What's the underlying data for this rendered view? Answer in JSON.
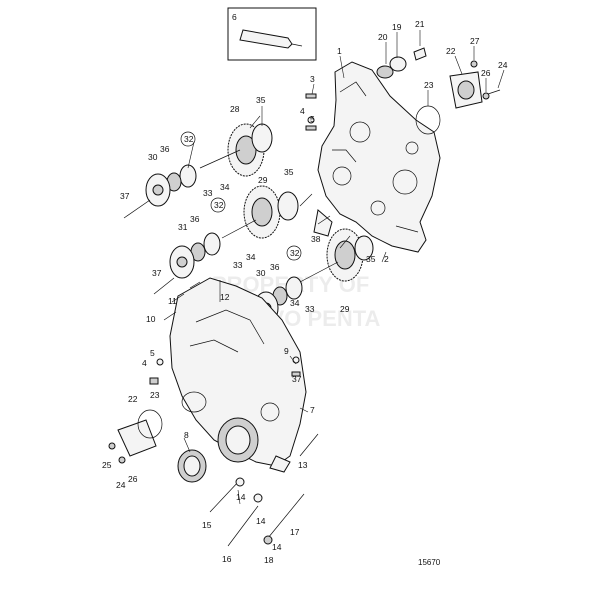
{
  "diagram": {
    "reference_number": "15670",
    "watermark_lines": [
      "PROPERTY OF",
      "VOLVO PENTA"
    ],
    "callouts": [
      {
        "id": "c6",
        "text": "6"
      },
      {
        "id": "c1",
        "text": "1"
      },
      {
        "id": "c19",
        "text": "19"
      },
      {
        "id": "c20",
        "text": "20"
      },
      {
        "id": "c21",
        "text": "21"
      },
      {
        "id": "c22a",
        "text": "22"
      },
      {
        "id": "c27",
        "text": "27"
      },
      {
        "id": "c23a",
        "text": "23"
      },
      {
        "id": "c26a",
        "text": "26"
      },
      {
        "id": "c24a",
        "text": "24"
      },
      {
        "id": "c3",
        "text": "3"
      },
      {
        "id": "c4a",
        "text": "4"
      },
      {
        "id": "c5a",
        "text": "5"
      },
      {
        "id": "c28",
        "text": "28"
      },
      {
        "id": "c35a",
        "text": "35"
      },
      {
        "id": "c32a",
        "text": "32"
      },
      {
        "id": "c30a",
        "text": "30"
      },
      {
        "id": "c36a",
        "text": "36"
      },
      {
        "id": "c33a",
        "text": "33"
      },
      {
        "id": "c34a",
        "text": "34"
      },
      {
        "id": "c37a",
        "text": "37"
      },
      {
        "id": "c29a",
        "text": "29"
      },
      {
        "id": "c35b",
        "text": "35"
      },
      {
        "id": "c32b",
        "text": "32"
      },
      {
        "id": "c31",
        "text": "31"
      },
      {
        "id": "c36b",
        "text": "36"
      },
      {
        "id": "c33b",
        "text": "33"
      },
      {
        "id": "c34b",
        "text": "34"
      },
      {
        "id": "c38",
        "text": "38"
      },
      {
        "id": "c2",
        "text": "2"
      },
      {
        "id": "c35c",
        "text": "35"
      },
      {
        "id": "c37b",
        "text": "37"
      },
      {
        "id": "c11",
        "text": "11"
      },
      {
        "id": "c12",
        "text": "12"
      },
      {
        "id": "c32c",
        "text": "32"
      },
      {
        "id": "c30b",
        "text": "30"
      },
      {
        "id": "c36c",
        "text": "36"
      },
      {
        "id": "c34c",
        "text": "34"
      },
      {
        "id": "c33c",
        "text": "33"
      },
      {
        "id": "c29b",
        "text": "29"
      },
      {
        "id": "c10",
        "text": "10"
      },
      {
        "id": "c9",
        "text": "9"
      },
      {
        "id": "c37c",
        "text": "37"
      },
      {
        "id": "c4b",
        "text": "4"
      },
      {
        "id": "c5b",
        "text": "5"
      },
      {
        "id": "c22b",
        "text": "22"
      },
      {
        "id": "c23b",
        "text": "23"
      },
      {
        "id": "c7",
        "text": "7"
      },
      {
        "id": "c8",
        "text": "8"
      },
      {
        "id": "c25",
        "text": "25"
      },
      {
        "id": "c24b",
        "text": "24"
      },
      {
        "id": "c26b",
        "text": "26"
      },
      {
        "id": "c13",
        "text": "13"
      },
      {
        "id": "c14a",
        "text": "14"
      },
      {
        "id": "c15",
        "text": "15"
      },
      {
        "id": "c14b",
        "text": "14"
      },
      {
        "id": "c16",
        "text": "16"
      },
      {
        "id": "c17",
        "text": "17"
      },
      {
        "id": "c14c",
        "text": "14"
      },
      {
        "id": "c18",
        "text": "18"
      }
    ]
  }
}
